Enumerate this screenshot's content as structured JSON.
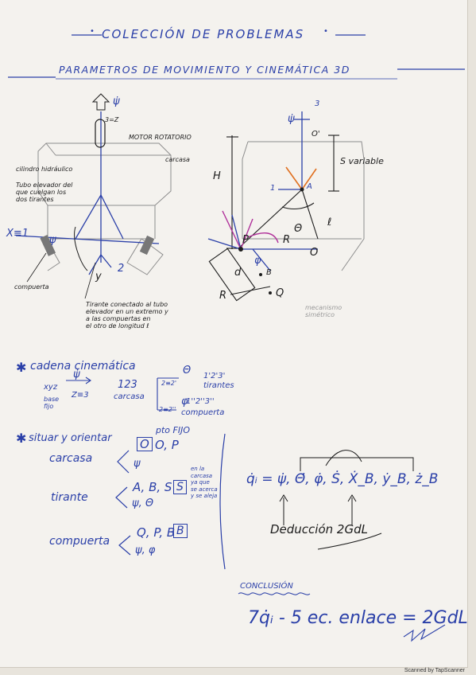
{
  "header": {
    "title": "COLECCIÓN DE PROBLEMAS",
    "subtitle": "PARAMETROS DE MOVIMIENTO Y CINEMÁTICA 3D"
  },
  "left_figure": {
    "psi_dot": "ψ̇",
    "axis_label": "3=Z",
    "motor": "MOTOR ROTATORIO",
    "carcasa": "carcasa",
    "cilindro": "cilindro hidráulico",
    "tubo": [
      "Tubo elevador del",
      "que cuelgan los",
      "dos tirantes"
    ],
    "x_axis": "X≡1",
    "compuerta": "compuerta",
    "y_label": "y",
    "tirante": [
      "Tirante conectado al tubo",
      "elevador en un extremo y",
      "a las compuertas en",
      "el otro de longitud ℓ"
    ],
    "num_2": "2",
    "psi": "ψ"
  },
  "right_figure": {
    "psi_dot": "ψ̇",
    "axis3": "3",
    "o_prime": "O'",
    "H": "H",
    "S_var": "S variable",
    "A": "A",
    "one": "1",
    "l": "ℓ",
    "theta": "Θ",
    "P": "P",
    "R": "R",
    "O": "O",
    "d": "d",
    "B": "B",
    "Q": "Q",
    "phi": "φ",
    "mecanismo": [
      "mecanismo",
      "simétrico"
    ]
  },
  "cadena": {
    "heading": "cadena cinemática",
    "xyz": "xyz",
    "base_fijo": [
      "base",
      "fijo"
    ],
    "psi_dot": "ψ̇",
    "z3": "Z≡3",
    "b123": "123",
    "carcasa": "carcasa",
    "theta": "Θ",
    "z2": "2≡2'",
    "tirantes_base": "1'2'3'",
    "tirantes": "tirantes",
    "phi": "φ",
    "z2pp": "2≡2''",
    "compuerta_base": "1''2''3''",
    "compuerta": "compuerta"
  },
  "situar": {
    "heading": "situar y orientar",
    "pto_fijo": "pto FIJO",
    "carcasa": "carcasa",
    "carcasa_pts": "O, P",
    "carcasa_ang": "ψ",
    "tirante": "tirante",
    "tirante_pts": "A, B, S",
    "tirante_ang": "ψ, Θ",
    "tirante_note": [
      "en la",
      "carcasa",
      "ya que",
      "se acerca",
      "y se aleja"
    ],
    "compuerta": "compuerta",
    "compuerta_pts": "Q, P, B",
    "compuerta_ang": "ψ, φ",
    "boxed_O": "O",
    "boxed_S": "S",
    "boxed_B": "B"
  },
  "gdl": {
    "equation": "q̇ᵢ = ψ̇, Θ̇, φ̇, Ṡ, Ẋ_B, ẏ_B, ż_B",
    "deduccion": "Deducción 2GdL"
  },
  "conclusion": {
    "heading": "CONCLUSIÓN",
    "equation": "7q̇ᵢ - 5 ec. enlace = 2GdL"
  },
  "footer": "Scanned by TapScanner",
  "colors": {
    "blue_ink": "#2a3fa8",
    "black_ink": "#1c1c1c",
    "orange_ink": "#e07020",
    "purple_ink": "#b0309a",
    "paper": "#f4f2ee"
  }
}
